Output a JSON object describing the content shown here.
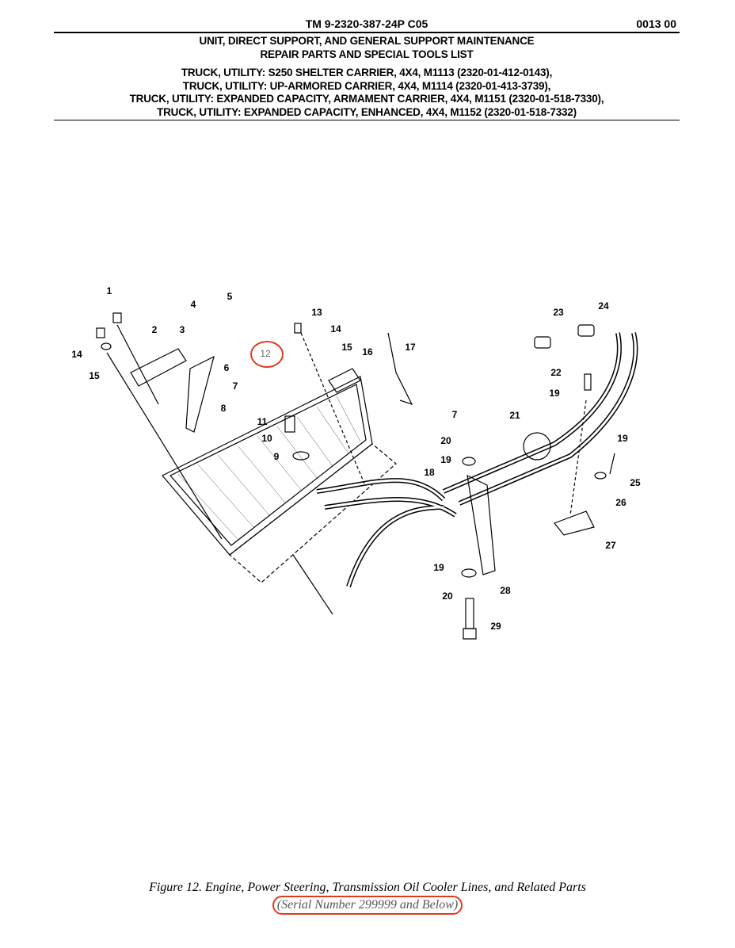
{
  "header": {
    "tm_number": "TM 9-2320-387-24P  C05",
    "page_number": "0013 00",
    "title_lines": [
      "UNIT, DIRECT SUPPORT, AND GENERAL SUPPORT MAINTENANCE",
      "REPAIR PARTS AND SPECIAL TOOLS LIST"
    ],
    "vehicle_lines": [
      "TRUCK, UTILITY: S250 SHELTER CARRIER, 4X4, M1113 (2320-01-412-0143),",
      "TRUCK, UTILITY: UP-ARMORED CARRIER, 4X4, M1114 (2320-01-413-3739),",
      "TRUCK, UTILITY: EXPANDED CAPACITY, ARMAMENT CARRIER, 4X4, M1151 (2320-01-518-7330),",
      "TRUCK, UTILITY: EXPANDED CAPACITY, ENHANCED, 4X4, M1152 (2320-01-518-7332)"
    ]
  },
  "callouts": [
    "1",
    "2",
    "3",
    "4",
    "5",
    "14",
    "15",
    "6",
    "7",
    "8",
    "12",
    "13",
    "14",
    "15",
    "16",
    "17",
    "11",
    "10",
    "9",
    "7",
    "20",
    "19",
    "18",
    "21",
    "23",
    "24",
    "22",
    "19",
    "19",
    "25",
    "26",
    "27",
    "19",
    "20",
    "28",
    "29"
  ],
  "highlight_color": "#e03a1e",
  "caption": {
    "title": "Figure 12.  Engine, Power Steering, Transmission Oil Cooler Lines, and Related Parts",
    "subtitle": "(Serial Number 299999 and Below)"
  }
}
